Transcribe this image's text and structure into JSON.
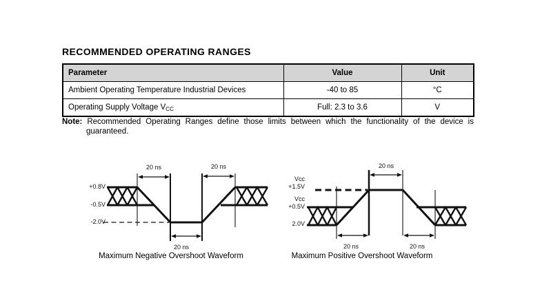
{
  "page": {
    "title": "RECOMMENDED OPERATING RANGES"
  },
  "table": {
    "headers": [
      "Parameter",
      "Value",
      "Unit"
    ],
    "rows": [
      {
        "parameter": "Ambient Operating Temperature Industrial Devices",
        "value": "-40 to 85",
        "unit": "°C"
      },
      {
        "parameter_main": "Operating Supply Voltage V",
        "parameter_sub": "CC",
        "value": "Full: 2.3 to 3.6",
        "unit": "V"
      }
    ]
  },
  "note": {
    "label": "Note:",
    "line1": "Recommended Operating Ranges define those limits between which the functionality of the device is",
    "line2": "guaranteed."
  },
  "figures": {
    "negative": {
      "caption": "Maximum Negative Overshoot Waveform",
      "levels": {
        "top": "+0.8V",
        "mid": "-0.5V",
        "low": "-2.0V"
      },
      "times": {
        "top_left": "20 ns",
        "top_right": "20 ns",
        "bottom": "20 ns"
      }
    },
    "positive": {
      "caption": "Maximum Positive Overshoot Waveform",
      "levels": {
        "vcc_top": "Vcc",
        "top": "+1.5V",
        "vcc_mid": "Vcc",
        "mid": "+0.5V",
        "low": "2.0V"
      },
      "times": {
        "top": "20 ns",
        "bottom_left": "20 ns",
        "bottom_right": "20 ns"
      }
    }
  },
  "colors": {
    "page_bg": "#ffffff",
    "header_bg": "#d4d4d4",
    "ink": "#111111"
  }
}
